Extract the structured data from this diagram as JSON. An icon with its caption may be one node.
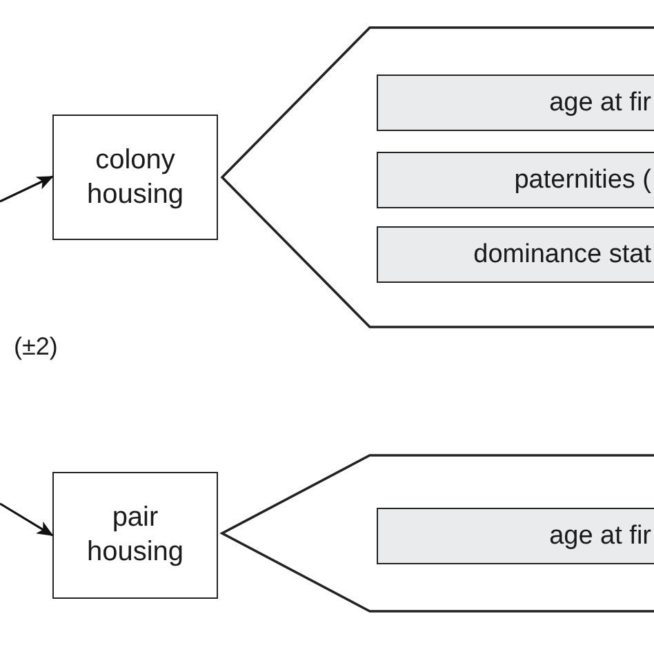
{
  "diagram": {
    "nodes": [
      {
        "text": [
          "colony housing"
        ]
      },
      {
        "text": [],
        "shape": "callout"
      },
      {
        "text": [
          "age at fir"
        ],
        "in": 1
      },
      {
        "text": [
          "paternities ("
        ],
        "in": 1
      },
      {
        "text": [
          "dominance stat"
        ],
        "in": 1
      },
      {
        "text": [
          "pair housing"
        ]
      },
      {
        "text": [],
        "shape": "callout"
      },
      {
        "text": [
          "age at fir"
        ],
        "in": 6
      }
    ],
    "edges": [
      {
        "from": null,
        "to": 0,
        "arrow": "to"
      },
      {
        "from": null,
        "to": 5,
        "arrow": "to"
      }
    ],
    "labels": [
      "(±2)"
    ]
  }
}
